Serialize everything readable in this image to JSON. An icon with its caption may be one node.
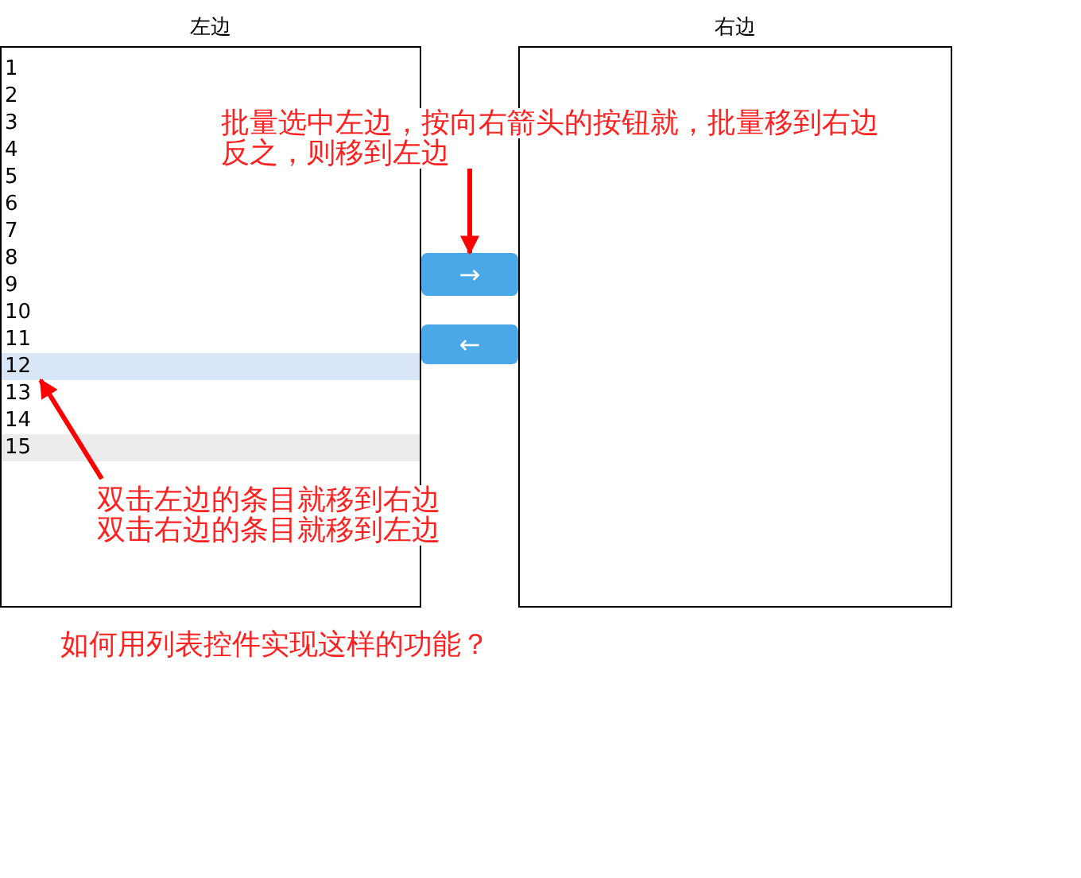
{
  "diagram": {
    "nodes": [
      {
        "text": [
          "左边"
        ]
      },
      {
        "text": [
          "1"
        ],
        "in": 0
      },
      {
        "text": [
          "2"
        ],
        "in": 0
      },
      {
        "text": [
          "3"
        ],
        "in": 0
      },
      {
        "text": [
          "4"
        ],
        "in": 0
      },
      {
        "text": [
          "5"
        ],
        "in": 0
      },
      {
        "text": [
          "6"
        ],
        "in": 0
      },
      {
        "text": [
          "7"
        ],
        "in": 0
      },
      {
        "text": [
          "8"
        ],
        "in": 0
      },
      {
        "text": [
          "9"
        ],
        "in": 0
      },
      {
        "text": [
          "10"
        ],
        "in": 0
      },
      {
        "text": [
          "11"
        ],
        "in": 0
      },
      {
        "text": [
          "12"
        ],
        "in": 0
      },
      {
        "text": [
          "13"
        ],
        "in": 0
      },
      {
        "text": [
          "14"
        ],
        "in": 0
      },
      {
        "text": [
          "15"
        ],
        "in": 0
      },
      {
        "text": [
          "右边"
        ]
      },
      {
        "text": [
          "→"
        ]
      },
      {
        "text": [
          "←"
        ]
      },
      {
        "text": [
          "批量选中左边，按向右箭头的按钮就，批量移到右边",
          "反之，则移到左边"
        ]
      },
      {
        "text": [
          "双击左边的条目就移到右边",
          "双击右边的条目就移到左边"
        ]
      }
    ],
    "edges": [
      {
        "from": 19,
        "to": 17,
        "arrow": "to"
      },
      {
        "from": 20,
        "to": 12,
        "arrow": "to"
      }
    ],
    "labels": [
      "如何用列表控件实现这样的功能？"
    ]
  }
}
